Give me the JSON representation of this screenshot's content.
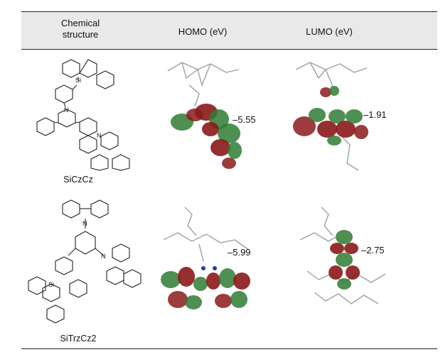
{
  "table": {
    "headers": {
      "chemical_structure_line1": "Chemical",
      "chemical_structure_line2": "structure",
      "homo": "HOMO (eV)",
      "lumo": "LUMO (eV)"
    },
    "rows": [
      {
        "name": "SiCzCz",
        "homo": "–5.55",
        "lumo": "–1.91",
        "si_label": "Si",
        "n_label": "N"
      },
      {
        "name": "SiTrzCz2",
        "homo": "–5.99",
        "lumo": "–2.75",
        "si_label": "Si",
        "n_label": "N"
      }
    ]
  },
  "colors": {
    "orbital_positive": "#8b1a1a",
    "orbital_negative": "#2e7d32",
    "bond": "#9aa0a6",
    "header_band": "#e9e9e9"
  }
}
